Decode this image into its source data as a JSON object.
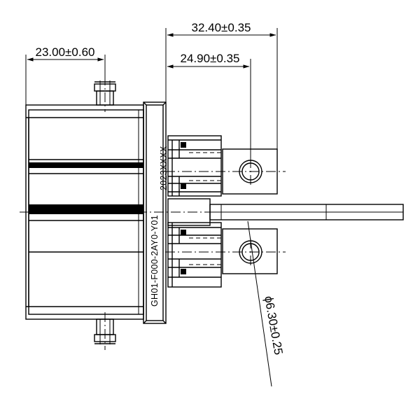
{
  "dimensions": {
    "overall_length": "32.40±0.35",
    "terminal_hole_center": "24.90±0.35",
    "housing_length": "23.00±0.60",
    "hole_diameter": "ϕ6.30±0.25"
  },
  "marking": {
    "part_number": "GH01-F000-2AY0-Y01",
    "date_code": "2023XXXX"
  }
}
